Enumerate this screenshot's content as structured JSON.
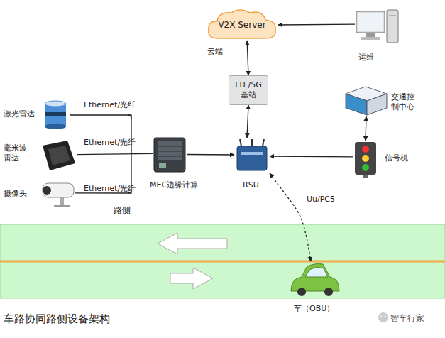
{
  "diagram": {
    "caption": "车路协同路侧设备架构",
    "nodes": [
      {
        "text": [
          "V2X Server",
          "云端"
        ]
      },
      {
        "text": [
          "运维"
        ]
      },
      {
        "text": [
          "LTE/5G 基站"
        ]
      },
      {
        "text": [
          "交通控制中心"
        ]
      },
      {
        "text": [
          "信号机"
        ]
      },
      {
        "text": [
          "RSU"
        ]
      },
      {
        "text": [
          "MEC边缘计算"
        ]
      },
      {
        "text": [
          "激光雷达"
        ]
      },
      {
        "text": [
          "毫米波 雷达"
        ]
      },
      {
        "text": [
          "摄像头"
        ]
      },
      {
        "text": [
          "车（OBU）"
        ]
      }
    ],
    "edges": [
      {
        "from": 1,
        "to": 0,
        "arrow": "to"
      },
      {
        "from": 0,
        "to": 2,
        "arrow": "both"
      },
      {
        "from": 2,
        "to": 5,
        "arrow": "both"
      },
      {
        "from": 3,
        "to": 4,
        "arrow": "both"
      },
      {
        "from": 4,
        "to": 5,
        "arrow": "to"
      },
      {
        "from": 6,
        "to": 5,
        "arrow": "to"
      },
      {
        "from": 7,
        "to": 6,
        "label": "Ethernet/光纤",
        "arrow": "none"
      },
      {
        "from": 8,
        "to": 6,
        "label": "Ethernet/光纤",
        "arrow": "none"
      },
      {
        "from": 9,
        "to": 6,
        "label": "Ethernet/光纤",
        "arrow": "none"
      },
      {
        "from": 5,
        "to": 10,
        "label": "Uu/PC5",
        "arrow": "both"
      }
    ],
    "labels": [
      "路侧",
      "智车行家"
    ]
  }
}
